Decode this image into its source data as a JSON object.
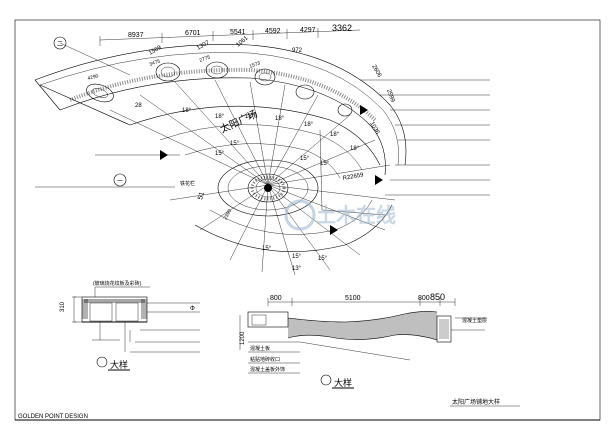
{
  "plan": {
    "top_dims": [
      "8937",
      "6701",
      "5541",
      "4592",
      "4297",
      "3362"
    ],
    "right_dims": [
      "2606",
      "2599",
      "1036"
    ],
    "inner_dims": [
      "1569",
      "1307",
      "1061",
      "972"
    ],
    "small_dims": [
      "4290",
      "3475",
      "2775",
      "1573"
    ],
    "angles": [
      "18°",
      "18°",
      "18°",
      "18°",
      "18°",
      "18°",
      "18°",
      "15°",
      "15°",
      "15°",
      "15°",
      "15°",
      "15°",
      "13°",
      "15°"
    ],
    "plaza_label": "太阳广场",
    "radius_label": "R22659",
    "side_dim": "28",
    "ring_dim": "2390",
    "center_dim": "51",
    "small_note": "铁花栏",
    "circle_marks": [
      "二",
      "一"
    ]
  },
  "detail1": {
    "note": "(玻璃烧花纹板及彩砖)",
    "height_dim": "310",
    "caption": "大样",
    "leader_label": "Φ"
  },
  "detail2": {
    "dims": [
      "800",
      "5100",
      "800",
      "850"
    ],
    "height_dim": "1200",
    "note1": "混凝土板",
    "note2": "粘贴地砖收口",
    "note3": "混凝土垫层",
    "note4": "混凝土盖板外饰",
    "caption": "大样",
    "sheet_title": "太阳广场铺地大样"
  },
  "footer": {
    "company": "GOLDEN POINT DESIGN"
  },
  "watermark": {
    "text": "土木在线"
  }
}
